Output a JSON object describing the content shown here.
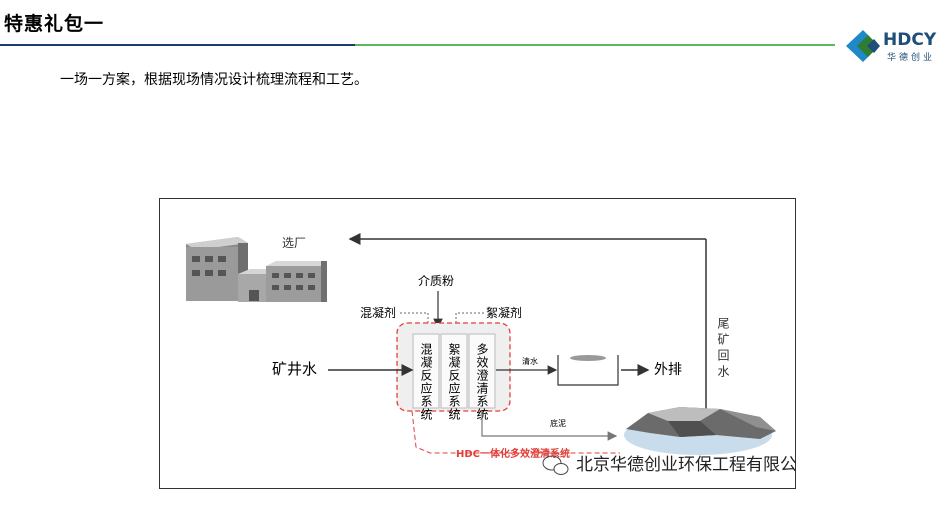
{
  "header": {
    "title": "特惠礼包一",
    "logo_text": "HDCY",
    "logo_sub": "华德创业"
  },
  "subtitle": "一场一方案，根据现场情况设计梳理流程和工艺。",
  "diagram": {
    "plant_label": "选厂",
    "medium_label": "介质粉",
    "coagulant_label": "混凝剂",
    "flocculant_label": "絮凝剂",
    "inlet_label": "矿井水",
    "outlet_label": "外排",
    "return_label": "尾矿回水",
    "clear_water_label": "清水",
    "sludge_label": "底泥",
    "col1": "混凝反应系统",
    "col2": "絮凝反应系统",
    "col3": "多效澄清系统",
    "hdc_label": "HDC一体化多效澄清系统",
    "watermark": "北京华德创业环保工程有限公司"
  },
  "colors": {
    "accent_blue": "#1f3b6e",
    "accent_green": "#5cb85c",
    "hdc_red": "#e0403a"
  }
}
